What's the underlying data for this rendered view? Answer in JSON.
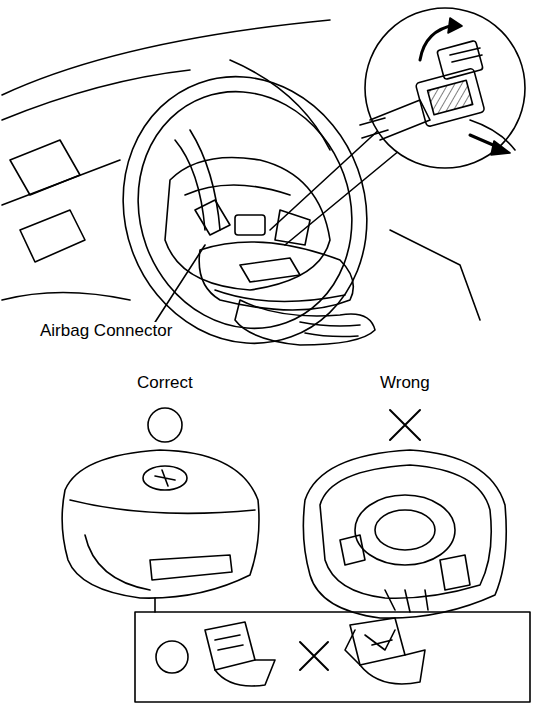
{
  "diagram": {
    "labels": [
      "Airbag Connector",
      "Correct",
      "Wrong"
    ]
  }
}
